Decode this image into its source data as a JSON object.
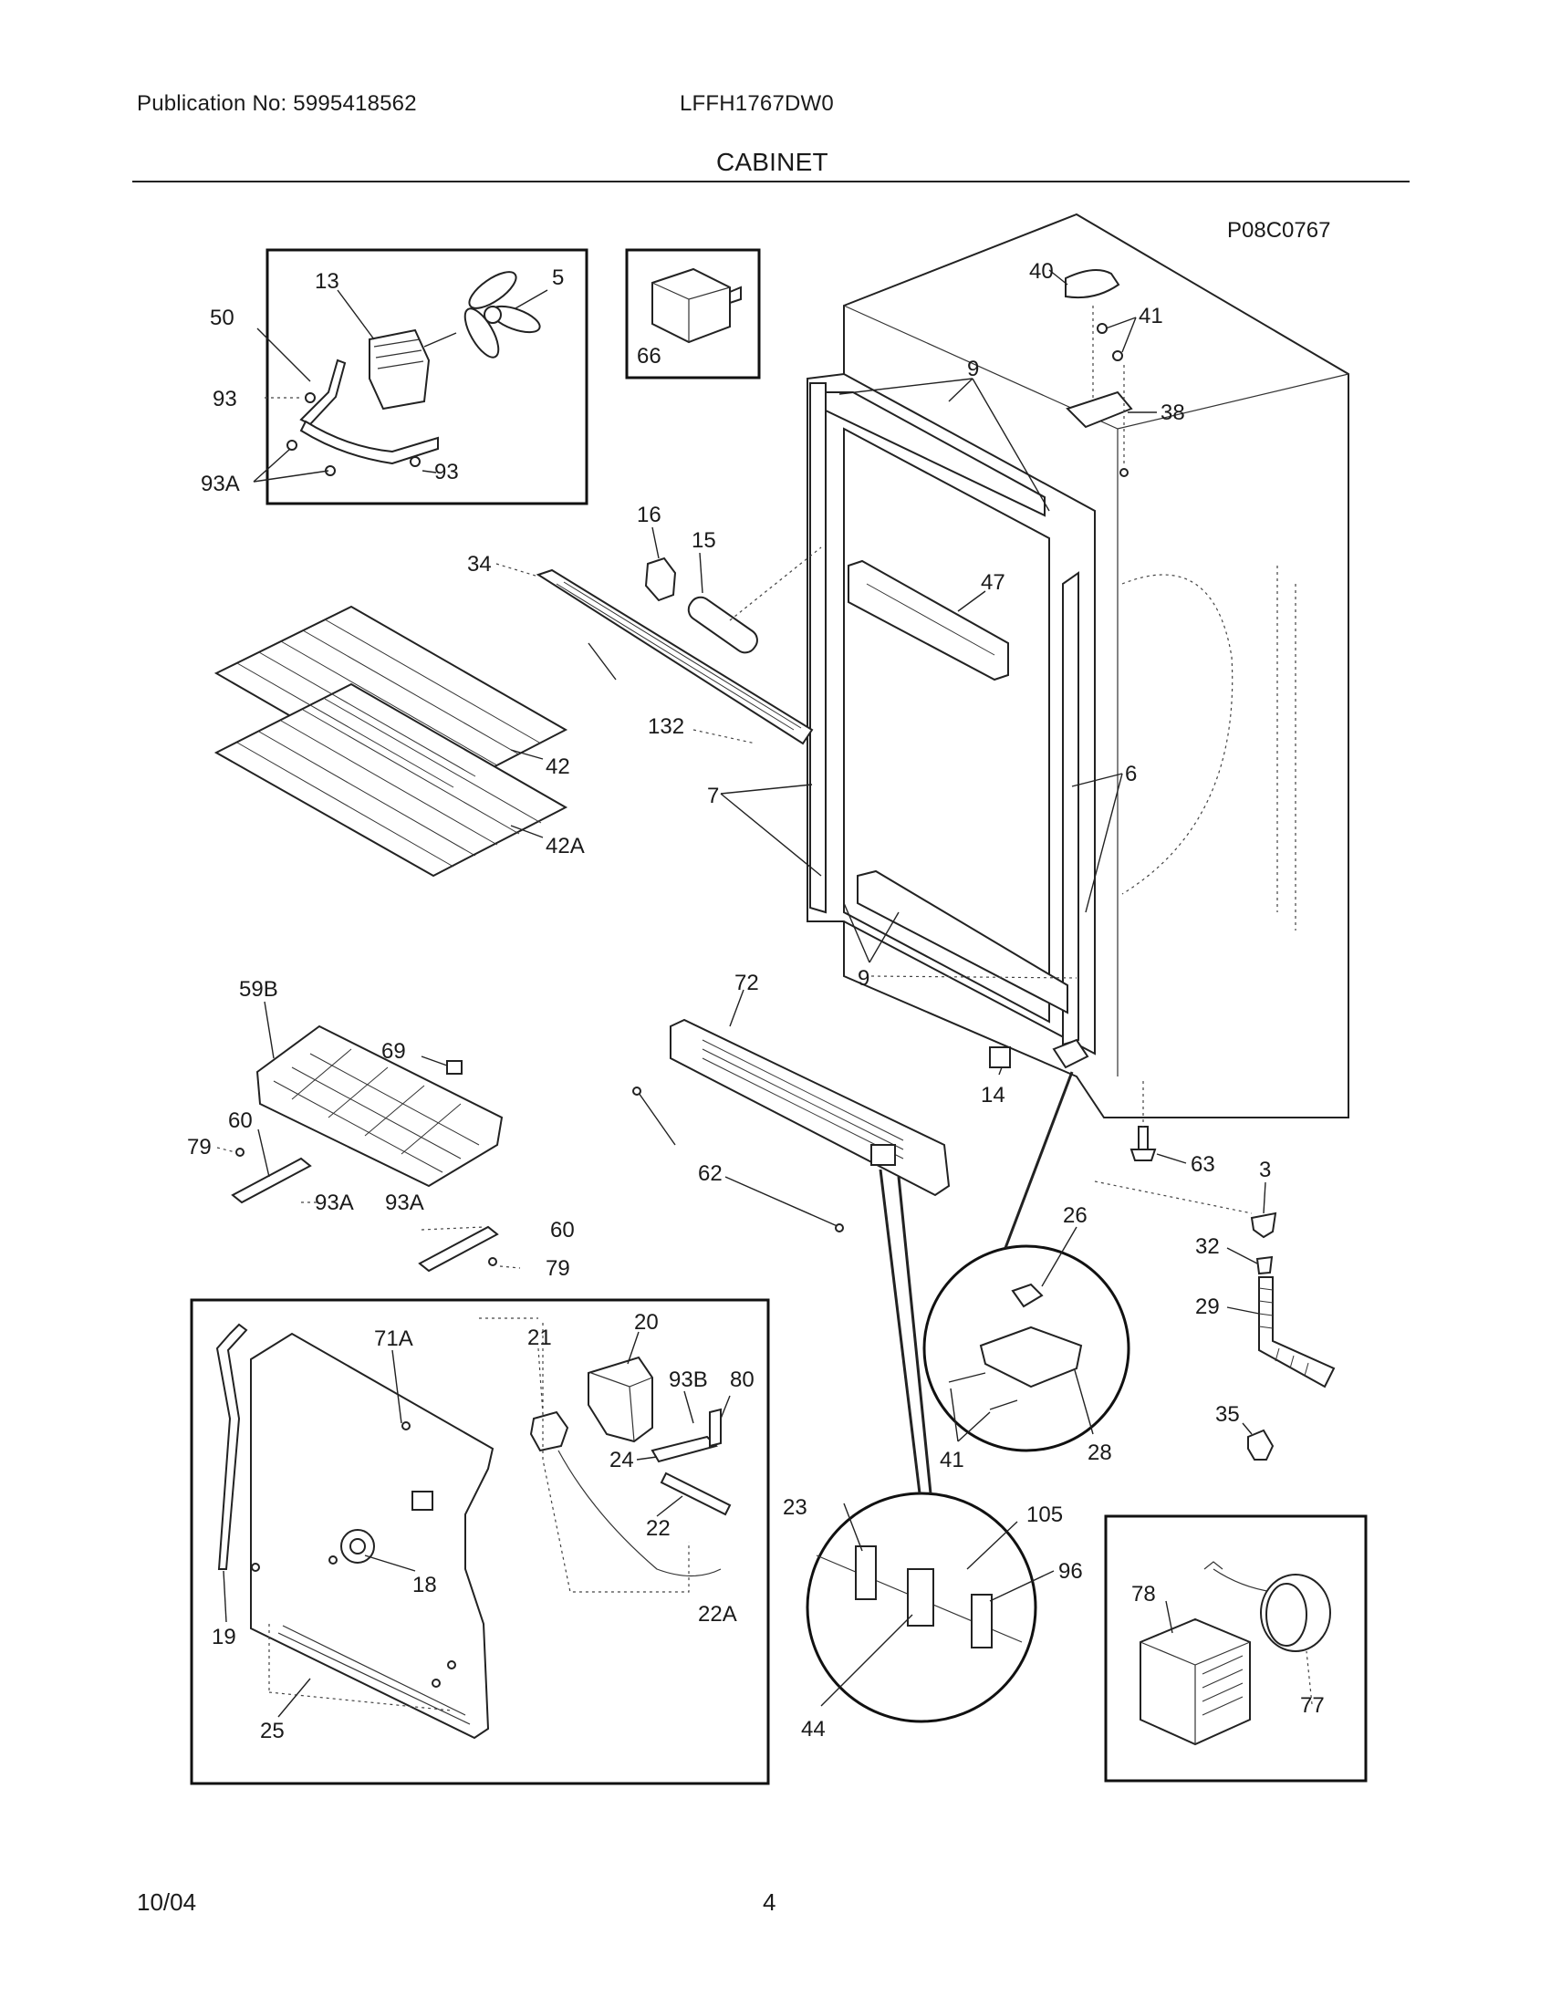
{
  "header": {
    "publication": "Publication No: 5995418562",
    "model": "LFFH1767DW0",
    "section": "CABINET"
  },
  "footer": {
    "date": "10/04",
    "page": "4"
  },
  "diagram": {
    "figure_id": "P08C0767",
    "callouts": {
      "c13": "13",
      "c5": "5",
      "c50": "50",
      "c93a": "93",
      "c93b": "93",
      "c93A_1": "93A",
      "c66": "66",
      "c40": "40",
      "c41a": "41",
      "c38": "38",
      "c9a": "9",
      "c16": "16",
      "c15": "15",
      "c34": "34",
      "c47": "47",
      "c132": "132",
      "c42": "42",
      "c42A": "42A",
      "c7": "7",
      "c6": "6",
      "c9b": "9",
      "c72": "72",
      "c59B": "59B",
      "c69": "69",
      "c60a": "60",
      "c79a": "79",
      "c93A_2": "93A",
      "c93A_3": "93A",
      "c60b": "60",
      "c79b": "79",
      "c14": "14",
      "c63": "63",
      "c62": "62",
      "c3": "3",
      "c26": "26",
      "c32": "32",
      "c29": "29",
      "c35": "35",
      "c41b": "41",
      "c28": "28",
      "c71A": "71A",
      "c21": "21",
      "c20": "20",
      "c93B": "93B",
      "c80": "80",
      "c24": "24",
      "c22": "22",
      "c22A": "22A",
      "c18": "18",
      "c19": "19",
      "c25": "25",
      "c23": "23",
      "c105": "105",
      "c96": "96",
      "c44": "44",
      "c78": "78",
      "c77": "77"
    }
  }
}
